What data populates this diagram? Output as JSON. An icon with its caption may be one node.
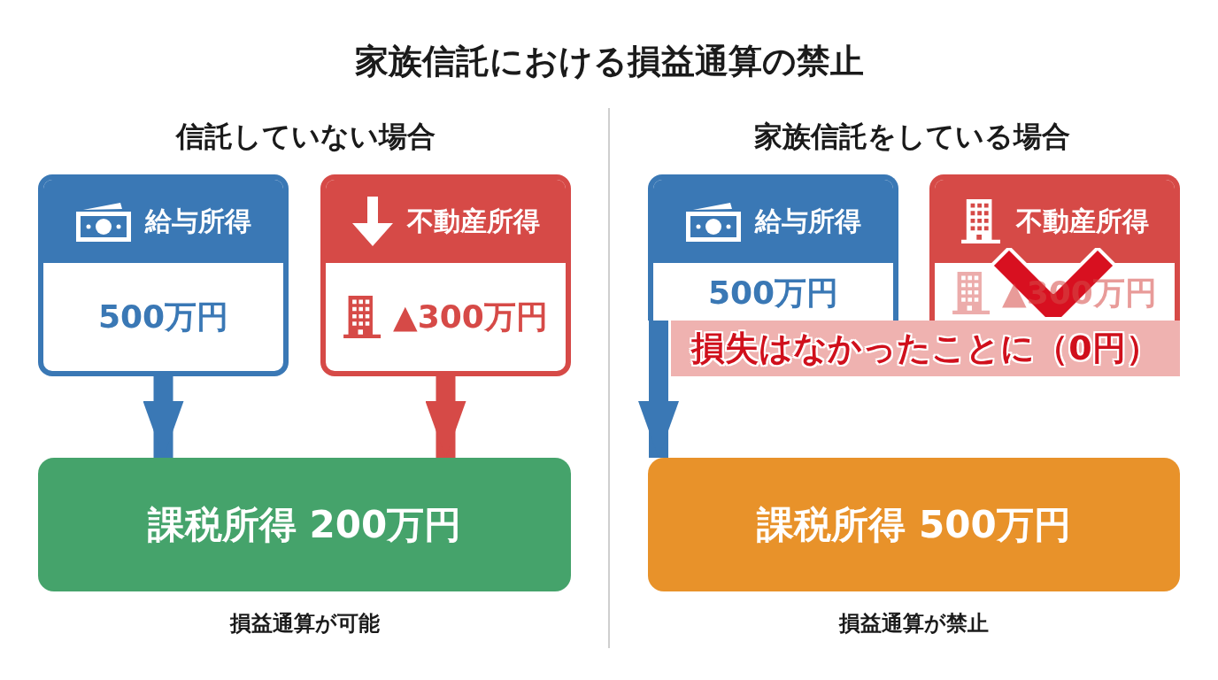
{
  "diagram": {
    "title": "家族信託における損益通算の禁止",
    "nodes": [
      {
        "text": [
          "給与所得",
          "500万円"
        ]
      },
      {
        "text": [
          "不動産所得",
          "▲300万円"
        ]
      },
      {
        "text": [
          "課税所得 200万円"
        ],
        "beside": [
          "損益通算が可能"
        ]
      },
      {
        "text": [
          "給与所得",
          "500万円"
        ]
      },
      {
        "text": [
          "不動産所得",
          "▲300万円"
        ]
      },
      {
        "text": [
          "課税所得 500万円"
        ],
        "beside": [
          "損益通算が禁止"
        ]
      },
      {
        "text": [
          "損失はなかったことに（0円）"
        ]
      }
    ],
    "edges": [
      {
        "from": 0,
        "to": 2,
        "arrow": "to"
      },
      {
        "from": 1,
        "to": 2,
        "arrow": "to",
        "color": "#d64a47"
      },
      {
        "from": 3,
        "to": 5,
        "arrow": "to"
      }
    ],
    "labels": [
      "信託していない場合",
      "家族信託をしている場合"
    ]
  }
}
